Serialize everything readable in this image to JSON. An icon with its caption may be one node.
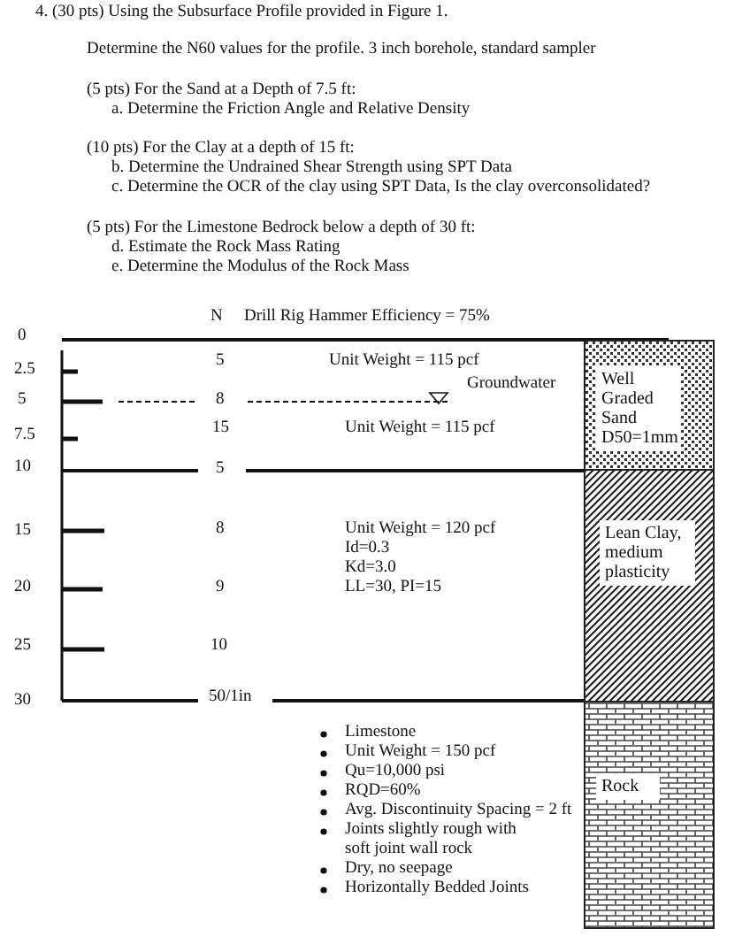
{
  "diagram": {
    "nodes": [
      {
        "text": [
          "Well Graded Sand D50=1mm"
        ]
      },
      {
        "text": [
          "Lean Clay, medium plasticity"
        ]
      },
      {
        "text": [
          "Rock"
        ]
      }
    ],
    "edges": [],
    "labels": [
      "4. (30 pts) Using the Subsurface Profile provided in Figure 1.",
      "Determine the N60 values for the profile. 3 inch borehole, standard sampler",
      "(5 pts) For the Sand at a Depth of 7.5 ft:",
      "a. Determine the Friction Angle and Relative Density",
      "(10 pts) For the Clay at a depth of 15 ft:",
      "b. Determine the Undrained Shear Strength using SPT Data",
      "c. Determine the OCR of the clay  using SPT Data, Is the clay overconsolidated?",
      "(5 pts) For the Limestone Bedrock below a depth of 30 ft:",
      "d. Estimate the Rock Mass Rating",
      "e. Determine the Modulus of the Rock Mass",
      "N",
      "Drill Rig Hammer Efficiency = 75%",
      "0",
      "2.5",
      "5",
      "Unit Weight = 115 pcf",
      "5",
      "8",
      "Groundwater",
      "7.5",
      "15",
      "Unit Weight = 115 pcf",
      "10",
      "5",
      "15",
      "8",
      "Unit Weight = 120 pcf",
      "Id=0.3",
      "Kd=3.0",
      "20",
      "9",
      "LL=30, PI=15",
      "25",
      "10",
      "30",
      "50/1in",
      "Limestone",
      "Unit Weight = 150 pcf",
      "Qu=10,000 psi",
      "RQD=60%",
      "Avg. Discontinuity Spacing = 2 ft",
      "Joints slightly rough with soft joint wall rock",
      "Dry, no seepage",
      "Horizontally Bedded Joints"
    ]
  }
}
